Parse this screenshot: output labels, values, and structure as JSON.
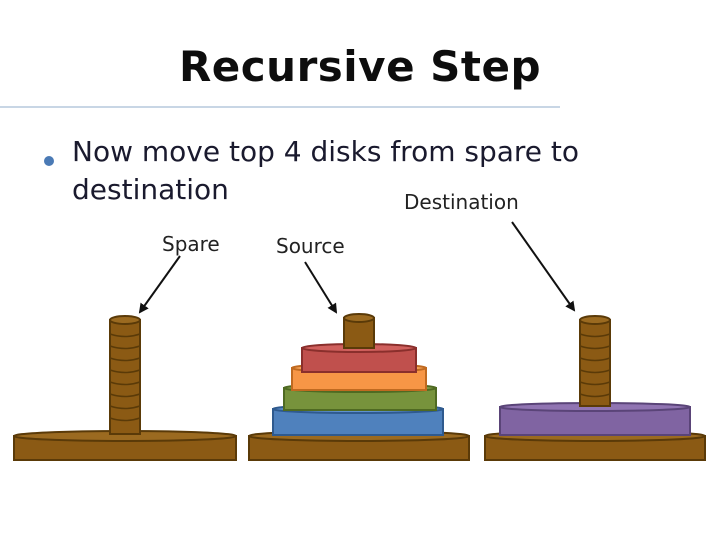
{
  "slide": {
    "title": "Recursive Step",
    "bullet": "Now move top 4 disks from spare to destination"
  },
  "labels": {
    "spare": "Spare",
    "source": "Source",
    "destination": "Destination"
  },
  "colors": {
    "wood": "#8b5a14",
    "wood_dark": "#5a3a08",
    "disk_red": "#c0504d",
    "disk_orange": "#f79646",
    "disk_green": "#77933c",
    "disk_blue": "#4f81bd",
    "disk_purple": "#8064a2",
    "bullet": "#4a7ab5"
  }
}
